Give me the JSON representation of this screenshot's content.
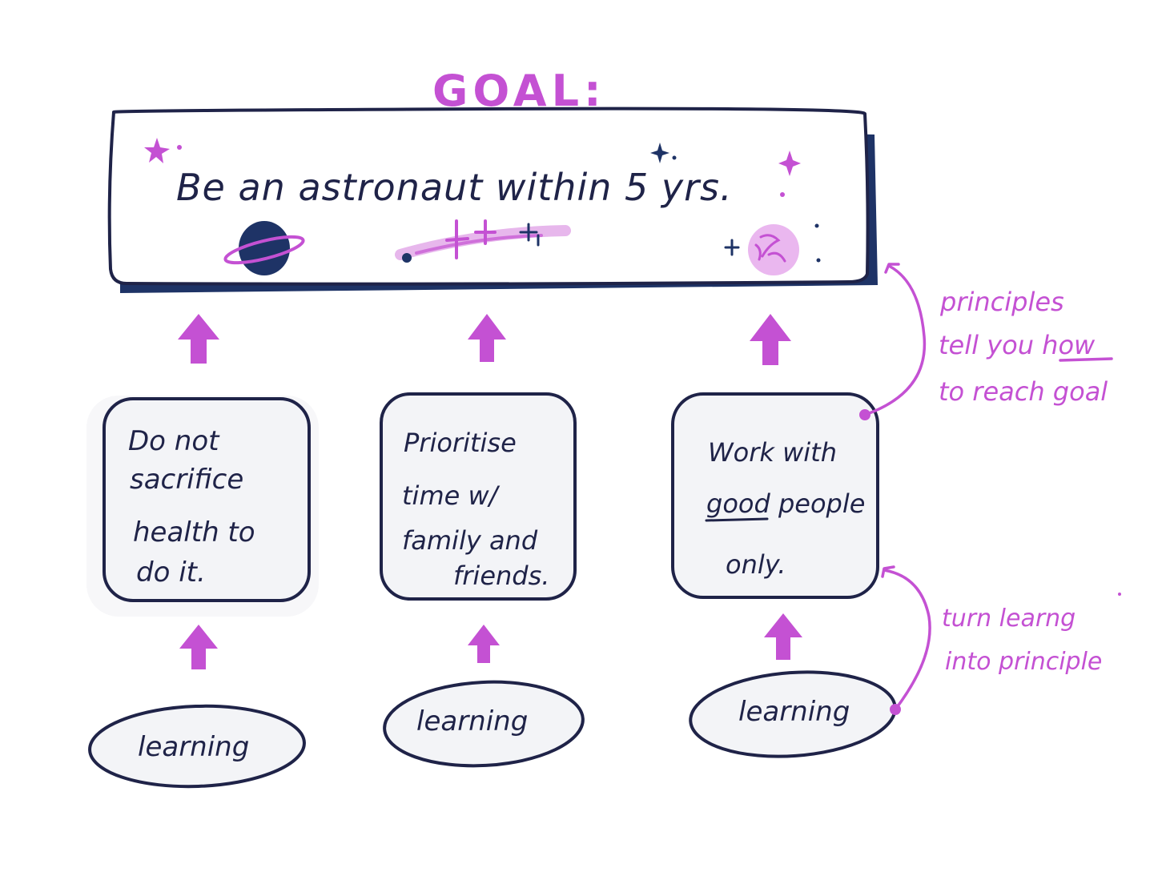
{
  "goal_heading": "GOAL:",
  "goal_text": "Be an astronaut within 5 yrs.",
  "principles": [
    {
      "lines": [
        "Do not",
        "sacrifice",
        "health to",
        "do it."
      ]
    },
    {
      "lines": [
        "Prioritise",
        "time w/",
        "family and",
        "friends."
      ]
    },
    {
      "lines": [
        "Work with",
        "good people",
        "only."
      ],
      "underlined_word": "good"
    }
  ],
  "learnings": [
    "learning",
    "learning",
    "learning"
  ],
  "annotations": {
    "principles_note": [
      "principles",
      "tell you how",
      "to reach goal"
    ],
    "principles_note_underlined_word": "how",
    "learning_note": [
      "turn learng",
      "into principle"
    ]
  },
  "colors": {
    "ink": "#1f2348",
    "navy": "#1e3366",
    "accent": "#c451d3",
    "accent_light": "#e7b7ec",
    "box_fill": "#f3f4f7"
  },
  "icons": [
    "star-icon",
    "planet-icon",
    "shooting-star-icon",
    "moon-icon",
    "arrow-up-icon"
  ]
}
